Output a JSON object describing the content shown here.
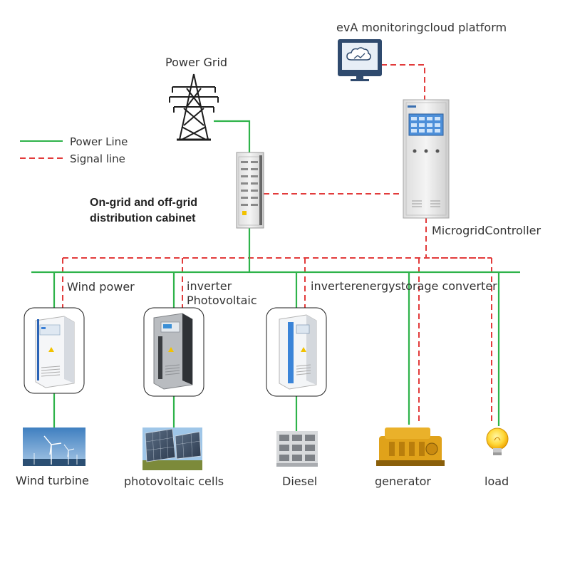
{
  "labels": {
    "cloud_platform": "evA monitoringcloud platform",
    "power_grid": "Power Grid",
    "cabinet_line1": "On-grid and off-grid",
    "cabinet_line2": "distribution cabinet",
    "controller": "MicrogridController",
    "wind_power": "Wind power",
    "inverter_pv_line1": "inverter",
    "inverter_pv_line2": "Photovoltaic",
    "storage_converter": "inverterenergystorage converter",
    "wind_turbine": "Wind turbine",
    "pv_cells": "photovoltaic cells",
    "diesel": "Diesel",
    "generator": "generator",
    "load": "load"
  },
  "legend": {
    "power_line": "Power Line",
    "signal_line": "Signal line"
  },
  "colors": {
    "power_line": "#2eb34a",
    "signal_line": "#e23b3b",
    "cabinet_body": "#e9e9e9",
    "screen": "#2a7fd6",
    "text": "#333333"
  },
  "icons": [
    "cloud-monitor-icon",
    "transmission-tower-icon",
    "distribution-cabinet-icon",
    "controller-cabinet-icon",
    "inverter-cabinet-icon",
    "wind-turbine-icon",
    "solar-panel-icon",
    "battery-rack-icon",
    "diesel-generator-icon",
    "light-bulb-icon"
  ]
}
